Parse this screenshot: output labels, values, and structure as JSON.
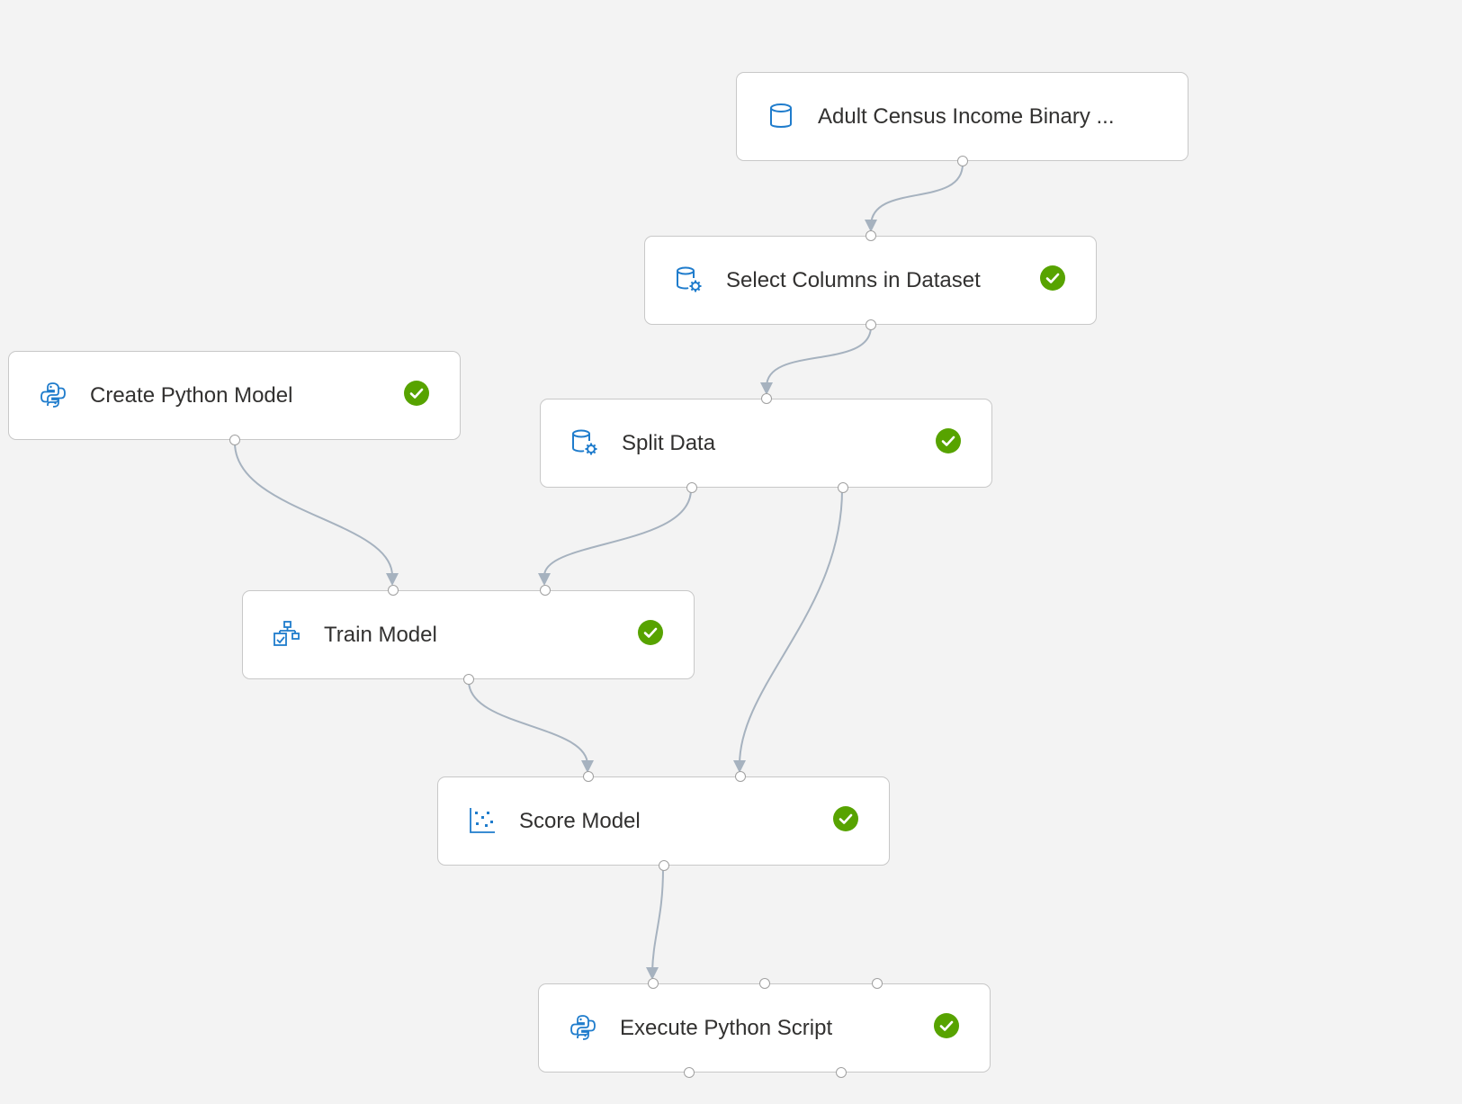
{
  "canvas": {
    "background": "#f3f3f3",
    "edge_color": "#a6b2bf",
    "icon_color": "#1f7ccc",
    "status_color": "#57a300"
  },
  "nodes": [
    {
      "id": "adult-census",
      "label": "Adult Census Income Binary ...",
      "icon": "dataset-cylinder-icon",
      "status": ""
    },
    {
      "id": "select-columns",
      "label": "Select Columns in Dataset",
      "icon": "dataset-gear-icon",
      "status": "completed"
    },
    {
      "id": "create-python-model",
      "label": "Create Python Model",
      "icon": "python-icon",
      "status": "completed"
    },
    {
      "id": "split-data",
      "label": "Split Data",
      "icon": "dataset-gear-icon",
      "status": "completed"
    },
    {
      "id": "train-model",
      "label": "Train Model",
      "icon": "train-model-icon",
      "status": "completed"
    },
    {
      "id": "score-model",
      "label": "Score Model",
      "icon": "scatter-plot-icon",
      "status": "completed"
    },
    {
      "id": "execute-python-script",
      "label": "Execute Python Script",
      "icon": "python-icon",
      "status": "completed"
    }
  ]
}
